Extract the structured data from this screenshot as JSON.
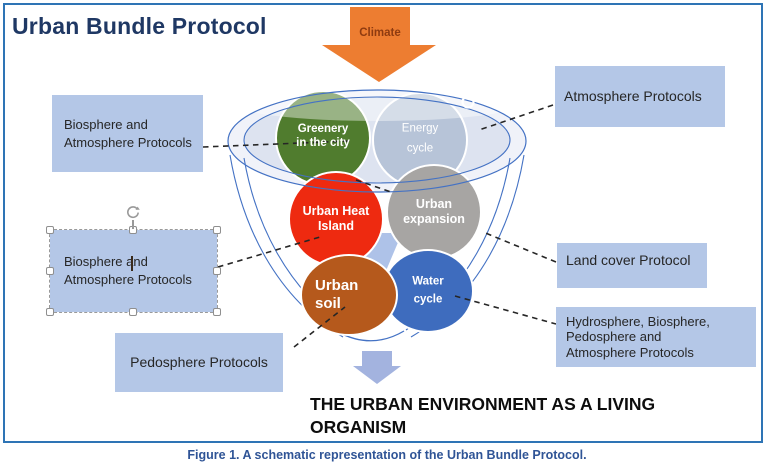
{
  "title": "Urban Bundle Protocol",
  "climate": {
    "label": "Climate",
    "arrow_color": "#ED7D31",
    "label_color": "#8E3B10"
  },
  "funnel": {
    "outline_color": "#4472C4",
    "circles": [
      {
        "name": "greenery-in-the-city",
        "label": "Greenery\nin the city",
        "color": "#507C2E"
      },
      {
        "name": "energy-cycle",
        "label": "Energy\ncycle",
        "color": "#B7C4D8"
      },
      {
        "name": "urban-heat-island",
        "label": "Urban Heat\nIsland",
        "color": "#EE2A10"
      },
      {
        "name": "urban-expansion",
        "label": "Urban\nexpansion",
        "color": "#A7A5A3"
      },
      {
        "name": "water-cycle",
        "label": "Water\ncycle",
        "color": "#3E6CBE"
      },
      {
        "name": "urban-soil",
        "label": "Urban\nsoil",
        "color": "#B5591C"
      }
    ]
  },
  "callouts": {
    "box_color": "#B4C7E7",
    "biosphere_atmosphere_top": "Biosphere and\nAtmosphere Protocols",
    "biosphere_atmosphere_selected": "Biosphere and\nAtmosphere Protocols",
    "pedosphere": "Pedosphere Protocols",
    "atmosphere": "Atmosphere Protocols",
    "land_cover": "Land cover Protocol",
    "hydrosphere_multi": "Hydrosphere, Biosphere,\nPedosphere and\nAtmosphere Protocols"
  },
  "output_arrow_color": "#A3B3DF",
  "bottom_statement": "THE URBAN ENVIRONMENT AS A LIVING\nORGANISM",
  "caption": "Figure 1. A schematic representation of the Urban Bundle Protocol."
}
